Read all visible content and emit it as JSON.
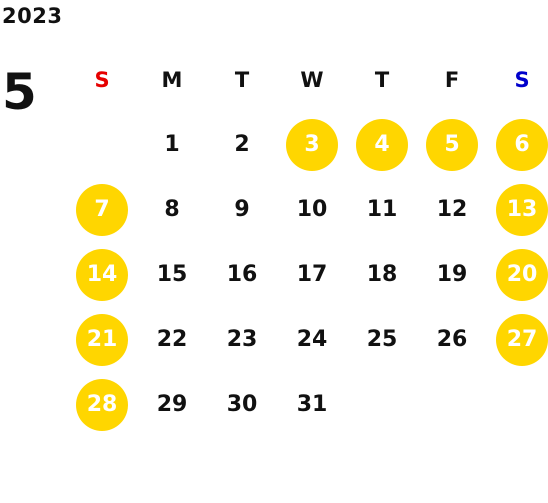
{
  "calendar": {
    "year": "2023",
    "month": "5",
    "weekdays": [
      "S",
      "M",
      "T",
      "W",
      "T",
      "F",
      "S"
    ],
    "first_weekday_index": 1,
    "colors": {
      "sunday_label": "#e60000",
      "saturday_label": "#0000cc",
      "holiday_fill": "#ffd600",
      "text": "#111111"
    },
    "days": [
      {
        "label": "1",
        "highlighted": false
      },
      {
        "label": "2",
        "highlighted": false
      },
      {
        "label": "3",
        "highlighted": true
      },
      {
        "label": "4",
        "highlighted": true
      },
      {
        "label": "5",
        "highlighted": true
      },
      {
        "label": "6",
        "highlighted": true
      },
      {
        "label": "7",
        "highlighted": true
      },
      {
        "label": "8",
        "highlighted": false
      },
      {
        "label": "9",
        "highlighted": false
      },
      {
        "label": "10",
        "highlighted": false
      },
      {
        "label": "11",
        "highlighted": false
      },
      {
        "label": "12",
        "highlighted": false
      },
      {
        "label": "13",
        "highlighted": true
      },
      {
        "label": "14",
        "highlighted": true
      },
      {
        "label": "15",
        "highlighted": false
      },
      {
        "label": "16",
        "highlighted": false
      },
      {
        "label": "17",
        "highlighted": false
      },
      {
        "label": "18",
        "highlighted": false
      },
      {
        "label": "19",
        "highlighted": false
      },
      {
        "label": "20",
        "highlighted": true
      },
      {
        "label": "21",
        "highlighted": true
      },
      {
        "label": "22",
        "highlighted": false
      },
      {
        "label": "23",
        "highlighted": false
      },
      {
        "label": "24",
        "highlighted": false
      },
      {
        "label": "25",
        "highlighted": false
      },
      {
        "label": "26",
        "highlighted": false
      },
      {
        "label": "27",
        "highlighted": true
      },
      {
        "label": "28",
        "highlighted": true
      },
      {
        "label": "29",
        "highlighted": false
      },
      {
        "label": "30",
        "highlighted": false
      },
      {
        "label": "31",
        "highlighted": false
      }
    ]
  }
}
